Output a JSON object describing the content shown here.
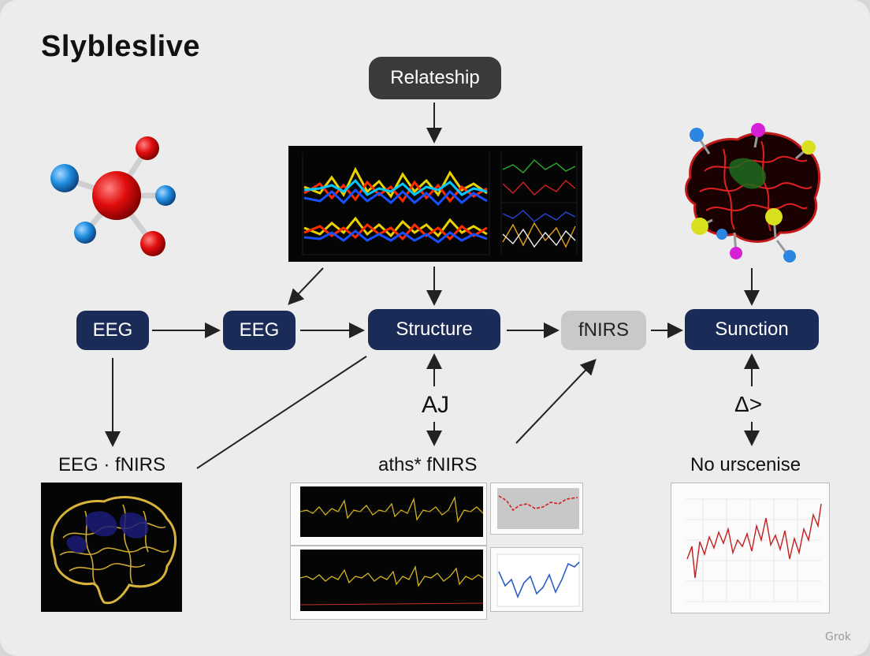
{
  "title": "Slybleslive",
  "nodes": {
    "top": "Relateship",
    "eeg_left": "EEG",
    "eeg_mid": "EEG",
    "structure": "Structure",
    "fnirs": "fNIRS",
    "sunction": "Sunction"
  },
  "labels": {
    "eeg_fnirs": "EEG · fNIRS",
    "aths_fnirs": "aths* fNIRS",
    "no_urscenise": "No urscenise",
    "aj": "AJ",
    "delta": "Δ>"
  },
  "icons": [
    "molecule-icon",
    "brain-network-icon",
    "brain-scan-icon"
  ],
  "colors": {
    "navy": "#1b2b57",
    "dark_pill": "#3a3a3a",
    "gray_pill": "#c9c9c9",
    "background": "#ececec"
  },
  "watermark": "Grok"
}
